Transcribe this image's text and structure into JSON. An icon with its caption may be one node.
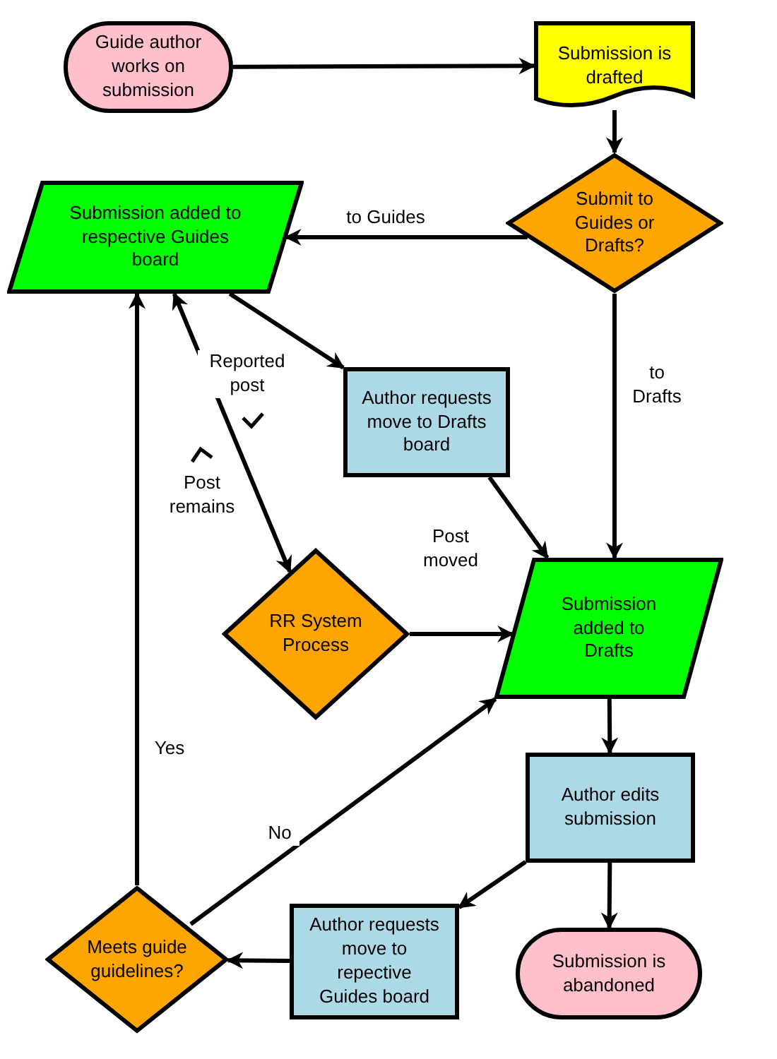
{
  "diagram": {
    "nodes": [
      {
        "text": [
          "Guide author works on submission"
        ]
      },
      {
        "text": [
          "Submission is drafted"
        ]
      },
      {
        "text": [
          "Submission added to respective Guides board"
        ]
      },
      {
        "text": [
          "Submit to Guides or Drafts?"
        ]
      },
      {
        "text": [
          "Author requests move to Drafts board"
        ]
      },
      {
        "text": [
          "RR System Process"
        ]
      },
      {
        "text": [
          "Submission added to Drafts"
        ]
      },
      {
        "text": [
          "Author edits submission"
        ]
      },
      {
        "text": [
          "Author requests move to repective Guides board"
        ]
      },
      {
        "text": [
          "Submission is abandoned"
        ]
      },
      {
        "text": [
          "Meets guide guidelines?"
        ]
      }
    ],
    "edges": [
      {
        "from": 0,
        "to": 1,
        "arrow": "to"
      },
      {
        "from": 1,
        "to": 3,
        "arrow": "to"
      },
      {
        "from": 3,
        "to": 2,
        "arrow": "to",
        "label": "to Guides"
      },
      {
        "from": 3,
        "to": 6,
        "arrow": "to",
        "label": "to Drafts"
      },
      {
        "from": 2,
        "to": 4,
        "arrow": "to"
      },
      {
        "from": 2,
        "to": 5,
        "arrow": "both"
      },
      {
        "from": 5,
        "to": 6,
        "arrow": "to",
        "label": "Post moved"
      },
      {
        "from": 4,
        "to": 6,
        "arrow": "to"
      },
      {
        "from": 6,
        "to": 7,
        "arrow": "to"
      },
      {
        "from": 7,
        "to": 8,
        "arrow": "to"
      },
      {
        "from": 7,
        "to": 9,
        "arrow": "to"
      },
      {
        "from": 8,
        "to": 10,
        "arrow": "to"
      },
      {
        "from": 10,
        "to": 2,
        "arrow": "to",
        "label": "Yes"
      },
      {
        "from": 10,
        "to": 6,
        "arrow": "to",
        "label": "No"
      }
    ],
    "labels": [
      "Reported post",
      "Post remains"
    ]
  }
}
